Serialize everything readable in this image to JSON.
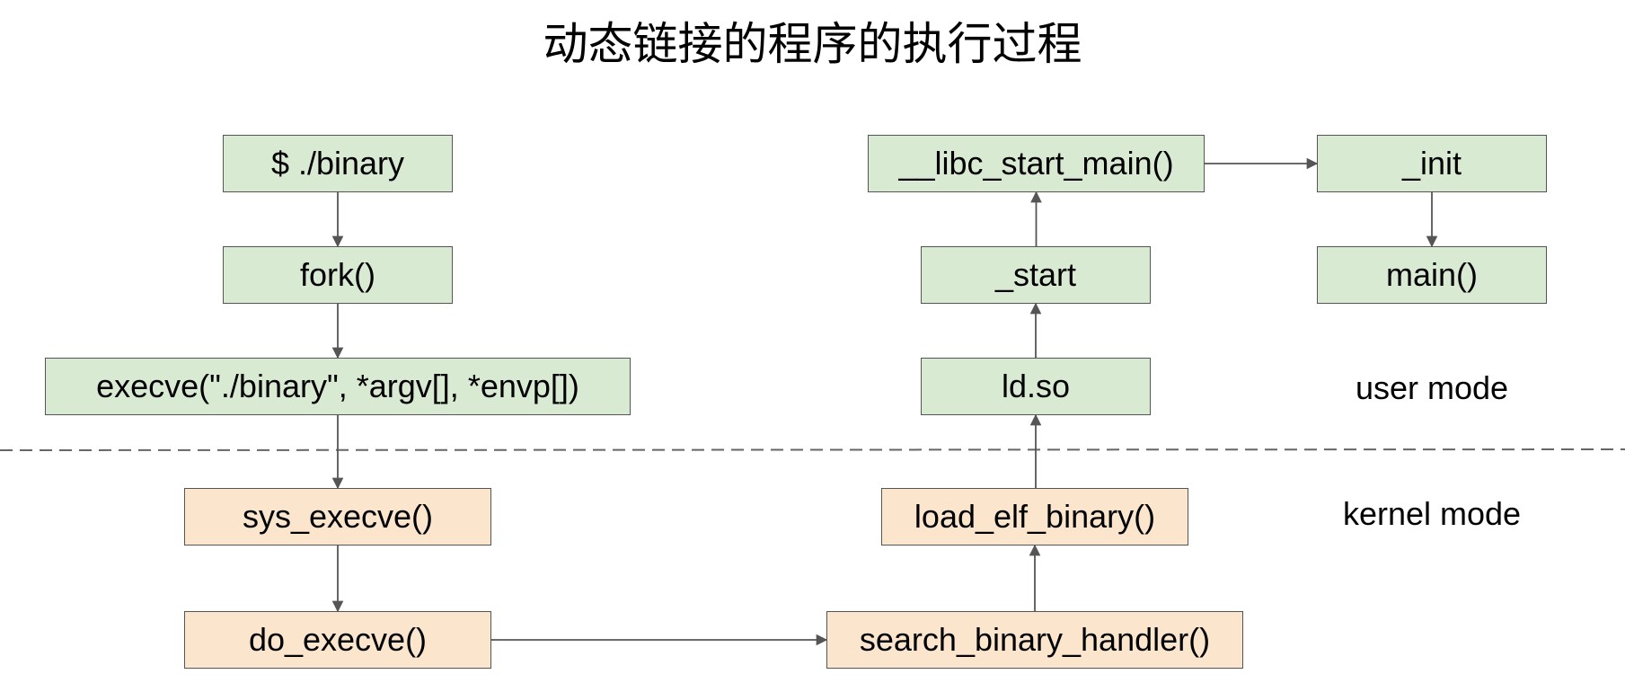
{
  "title": "动态链接的程序的执行过程",
  "colors": {
    "user_fill": "#d9ead3",
    "kernel_fill": "#fce5cd",
    "border": "#555555",
    "edge": "#555555",
    "divider": "#666666"
  },
  "nodes": {
    "binary": "$ ./binary",
    "fork": "fork()",
    "execve": "execve(\"./binary\", *argv[], *envp[])",
    "sys_execve": "sys_execve()",
    "do_execve": "do_execve()",
    "search_binary_handler": "search_binary_handler()",
    "load_elf_binary": "load_elf_binary()",
    "ld_so": "ld.so",
    "start": "_start",
    "libc_start_main": "__libc_start_main()",
    "init": "_init",
    "main": "main()"
  },
  "labels": {
    "user_mode": "user mode",
    "kernel_mode": "kernel mode"
  },
  "edges": [
    {
      "from": "binary",
      "to": "fork"
    },
    {
      "from": "fork",
      "to": "execve"
    },
    {
      "from": "execve",
      "to": "sys_execve"
    },
    {
      "from": "sys_execve",
      "to": "do_execve"
    },
    {
      "from": "do_execve",
      "to": "search_binary_handler"
    },
    {
      "from": "search_binary_handler",
      "to": "load_elf_binary"
    },
    {
      "from": "load_elf_binary",
      "to": "ld_so"
    },
    {
      "from": "ld_so",
      "to": "start"
    },
    {
      "from": "start",
      "to": "libc_start_main"
    },
    {
      "from": "libc_start_main",
      "to": "init"
    },
    {
      "from": "init",
      "to": "main"
    }
  ]
}
